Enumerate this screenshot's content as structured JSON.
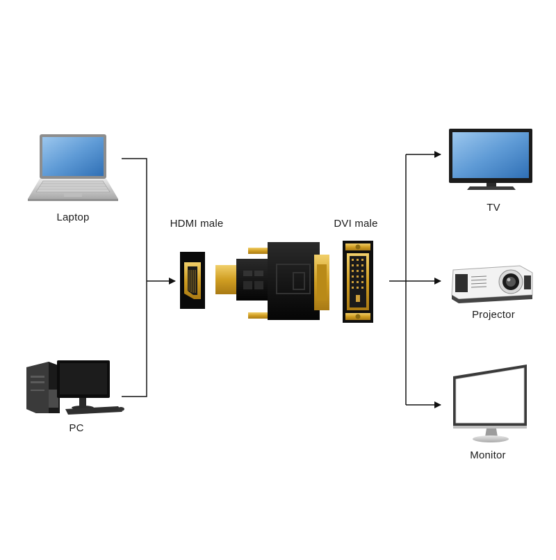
{
  "labels": {
    "laptop": "Laptop",
    "pc": "PC",
    "hdmi_male": "HDMI male",
    "dvi_male": "DVI male",
    "tv": "TV",
    "projector": "Projector",
    "monitor": "Monitor"
  },
  "colors": {
    "line": "#111111",
    "gold": "#d4a52a",
    "connector_black": "#141414",
    "screen_blue": "#6fa8dc"
  }
}
